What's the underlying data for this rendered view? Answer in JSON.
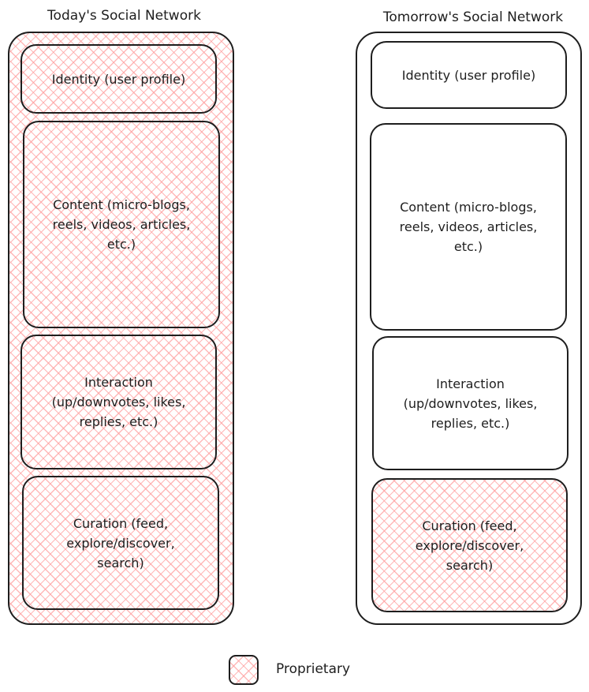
{
  "diagram": {
    "columns": [
      {
        "title": "Today's Social Network",
        "proprietary": true,
        "layers": [
          {
            "label": "Identity (user profile)",
            "proprietary": true
          },
          {
            "label": "Content (micro-blogs,\nreels, videos, articles,\netc.)",
            "proprietary": true
          },
          {
            "label": "Interaction\n(up/downvotes, likes,\nreplies, etc.)",
            "proprietary": true
          },
          {
            "label": "Curation (feed,\nexplore/discover,\nsearch)",
            "proprietary": true
          }
        ]
      },
      {
        "title": "Tomorrow's Social Network",
        "proprietary": false,
        "layers": [
          {
            "label": "Identity (user profile)",
            "proprietary": false
          },
          {
            "label": "Content (micro-blogs,\nreels, videos, articles,\netc.)",
            "proprietary": false
          },
          {
            "label": "Interaction\n(up/downvotes, likes,\nreplies, etc.)",
            "proprietary": false
          },
          {
            "label": "Curation (feed,\nexplore/discover,\nsearch)",
            "proprietary": true
          }
        ]
      }
    ],
    "legend": {
      "label": "Proprietary",
      "hatch_color": "#ffa0a0"
    }
  }
}
